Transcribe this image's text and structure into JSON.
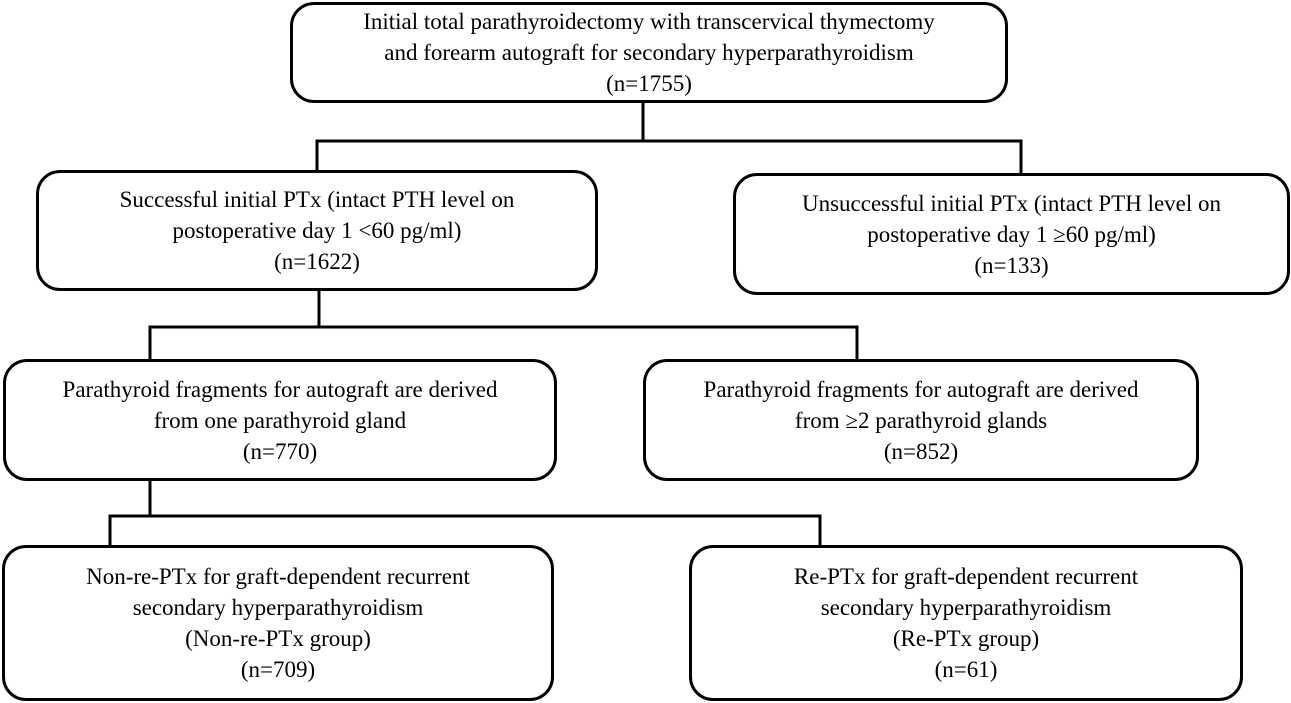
{
  "boxes": {
    "initial": {
      "lines": [
        "Initial total parathyroidectomy with transcervical thymectomy",
        "and forearm autograft for secondary hyperparathyroidism",
        "(n=1755)"
      ]
    },
    "successful": {
      "lines": [
        "Successful initial PTx (intact PTH level on",
        "postoperative day 1 <60 pg/ml)",
        "(n=1622)"
      ]
    },
    "unsuccessful": {
      "lines": [
        "Unsuccessful initial PTx (intact PTH level on",
        "postoperative day 1 ≥60 pg/ml)",
        "(n=133)"
      ]
    },
    "one_gland": {
      "lines": [
        "Parathyroid fragments for autograft are derived",
        "from one parathyroid gland",
        "(n=770)"
      ]
    },
    "two_glands": {
      "lines": [
        "Parathyroid fragments for autograft are derived",
        "from ≥2 parathyroid glands",
        "(n=852)"
      ]
    },
    "non_re_ptx": {
      "lines": [
        "Non-re-PTx for graft-dependent recurrent",
        "secondary hyperparathyroidism",
        "(Non-re-PTx group)",
        "(n=709)"
      ]
    },
    "re_ptx": {
      "lines": [
        "Re-PTx for graft-dependent recurrent",
        "secondary hyperparathyroidism",
        "(Re-PTx group)",
        "(n=61)"
      ]
    }
  }
}
